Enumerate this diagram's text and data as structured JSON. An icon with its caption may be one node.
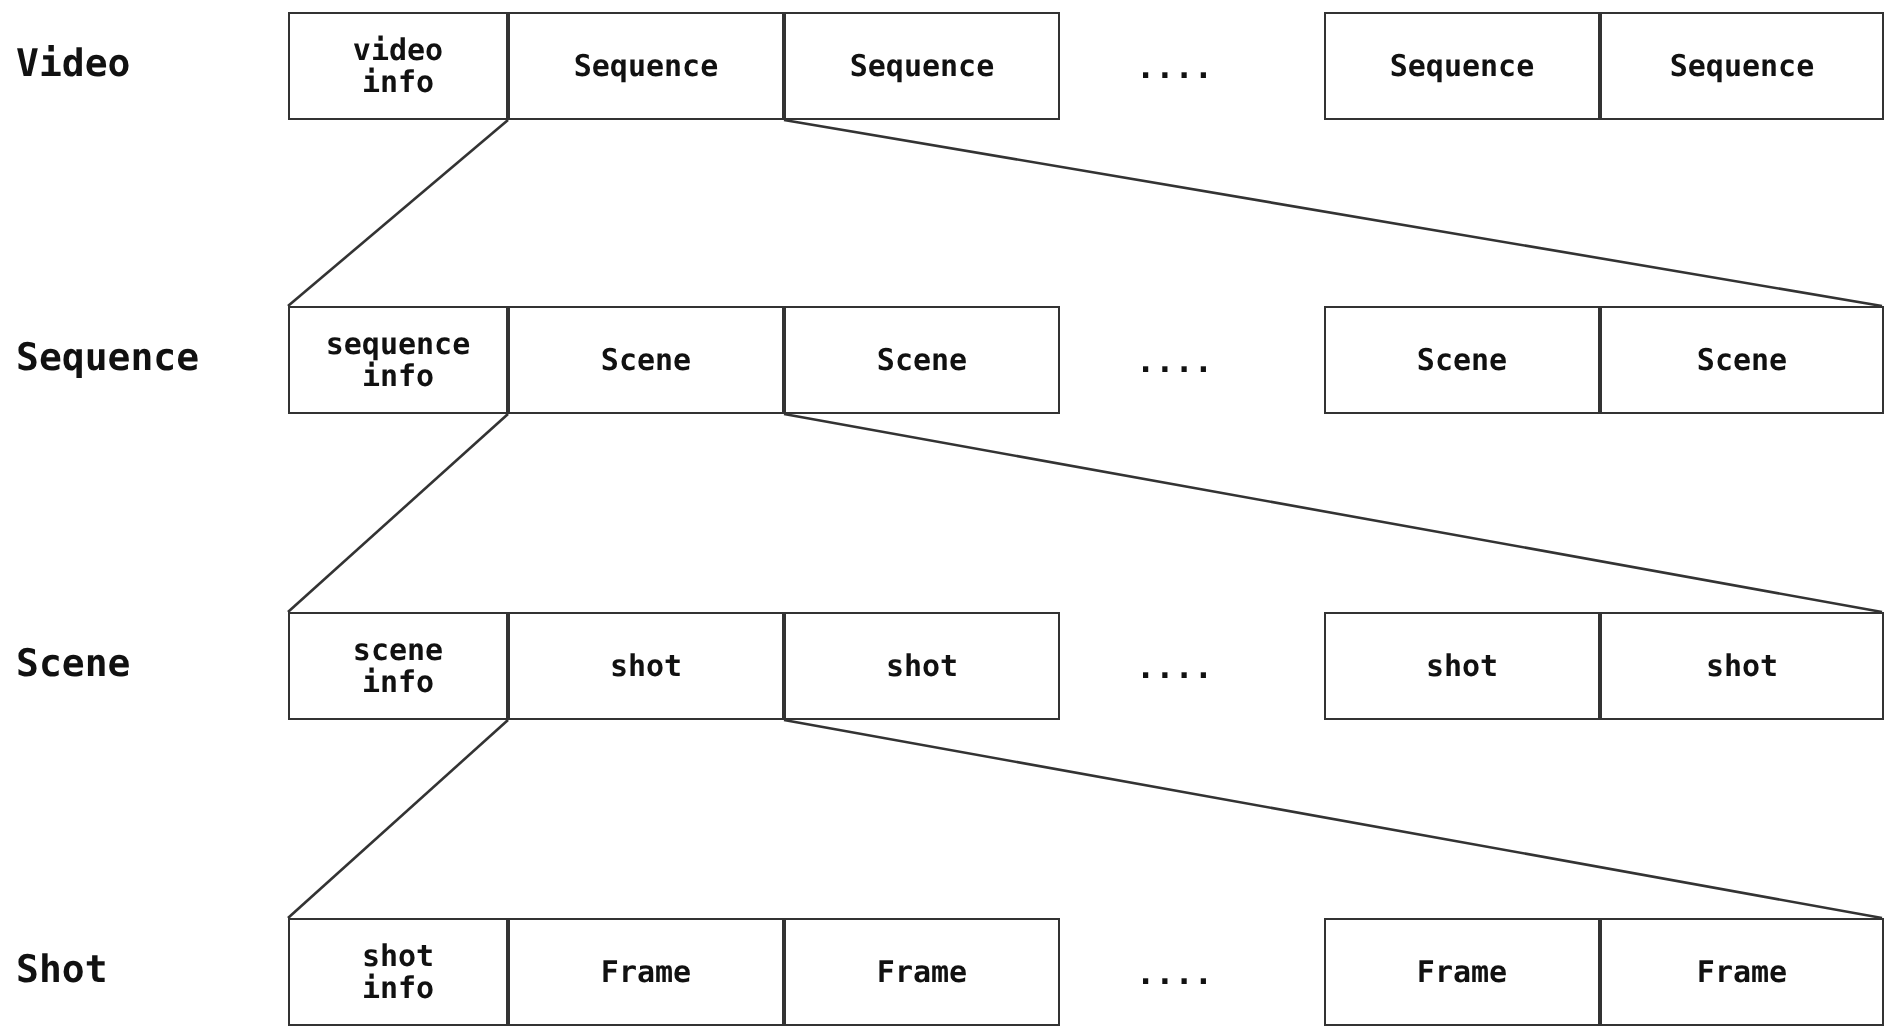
{
  "diagram": {
    "nodes": [
      {
        "text": [
          "video info"
        ]
      },
      {
        "text": [
          "Sequence"
        ]
      },
      {
        "text": [
          "Sequence"
        ]
      },
      {
        "text": [
          "Sequence"
        ]
      },
      {
        "text": [
          "Sequence"
        ]
      },
      {
        "text": [
          "sequence info"
        ]
      },
      {
        "text": [
          "Scene"
        ]
      },
      {
        "text": [
          "Scene"
        ]
      },
      {
        "text": [
          "Scene"
        ]
      },
      {
        "text": [
          "Scene"
        ]
      },
      {
        "text": [
          "scene info"
        ]
      },
      {
        "text": [
          "shot"
        ]
      },
      {
        "text": [
          "shot"
        ]
      },
      {
        "text": [
          "shot"
        ]
      },
      {
        "text": [
          "shot"
        ]
      },
      {
        "text": [
          "shot info"
        ]
      },
      {
        "text": [
          "Frame"
        ]
      },
      {
        "text": [
          "Frame"
        ]
      },
      {
        "text": [
          "Frame"
        ]
      },
      {
        "text": [
          "Frame"
        ]
      }
    ],
    "edges": [
      {
        "from": 1,
        "to": 5,
        "arrow": "none"
      },
      {
        "from": 1,
        "to": 9,
        "arrow": "none"
      },
      {
        "from": 6,
        "to": 10,
        "arrow": "none"
      },
      {
        "from": 6,
        "to": 14,
        "arrow": "none"
      },
      {
        "from": 11,
        "to": 15,
        "arrow": "none"
      },
      {
        "from": 11,
        "to": 19,
        "arrow": "none"
      }
    ],
    "labels": [
      "Video",
      "....",
      "Sequence",
      "....",
      "Scene",
      "....",
      "Shot",
      "...."
    ]
  }
}
